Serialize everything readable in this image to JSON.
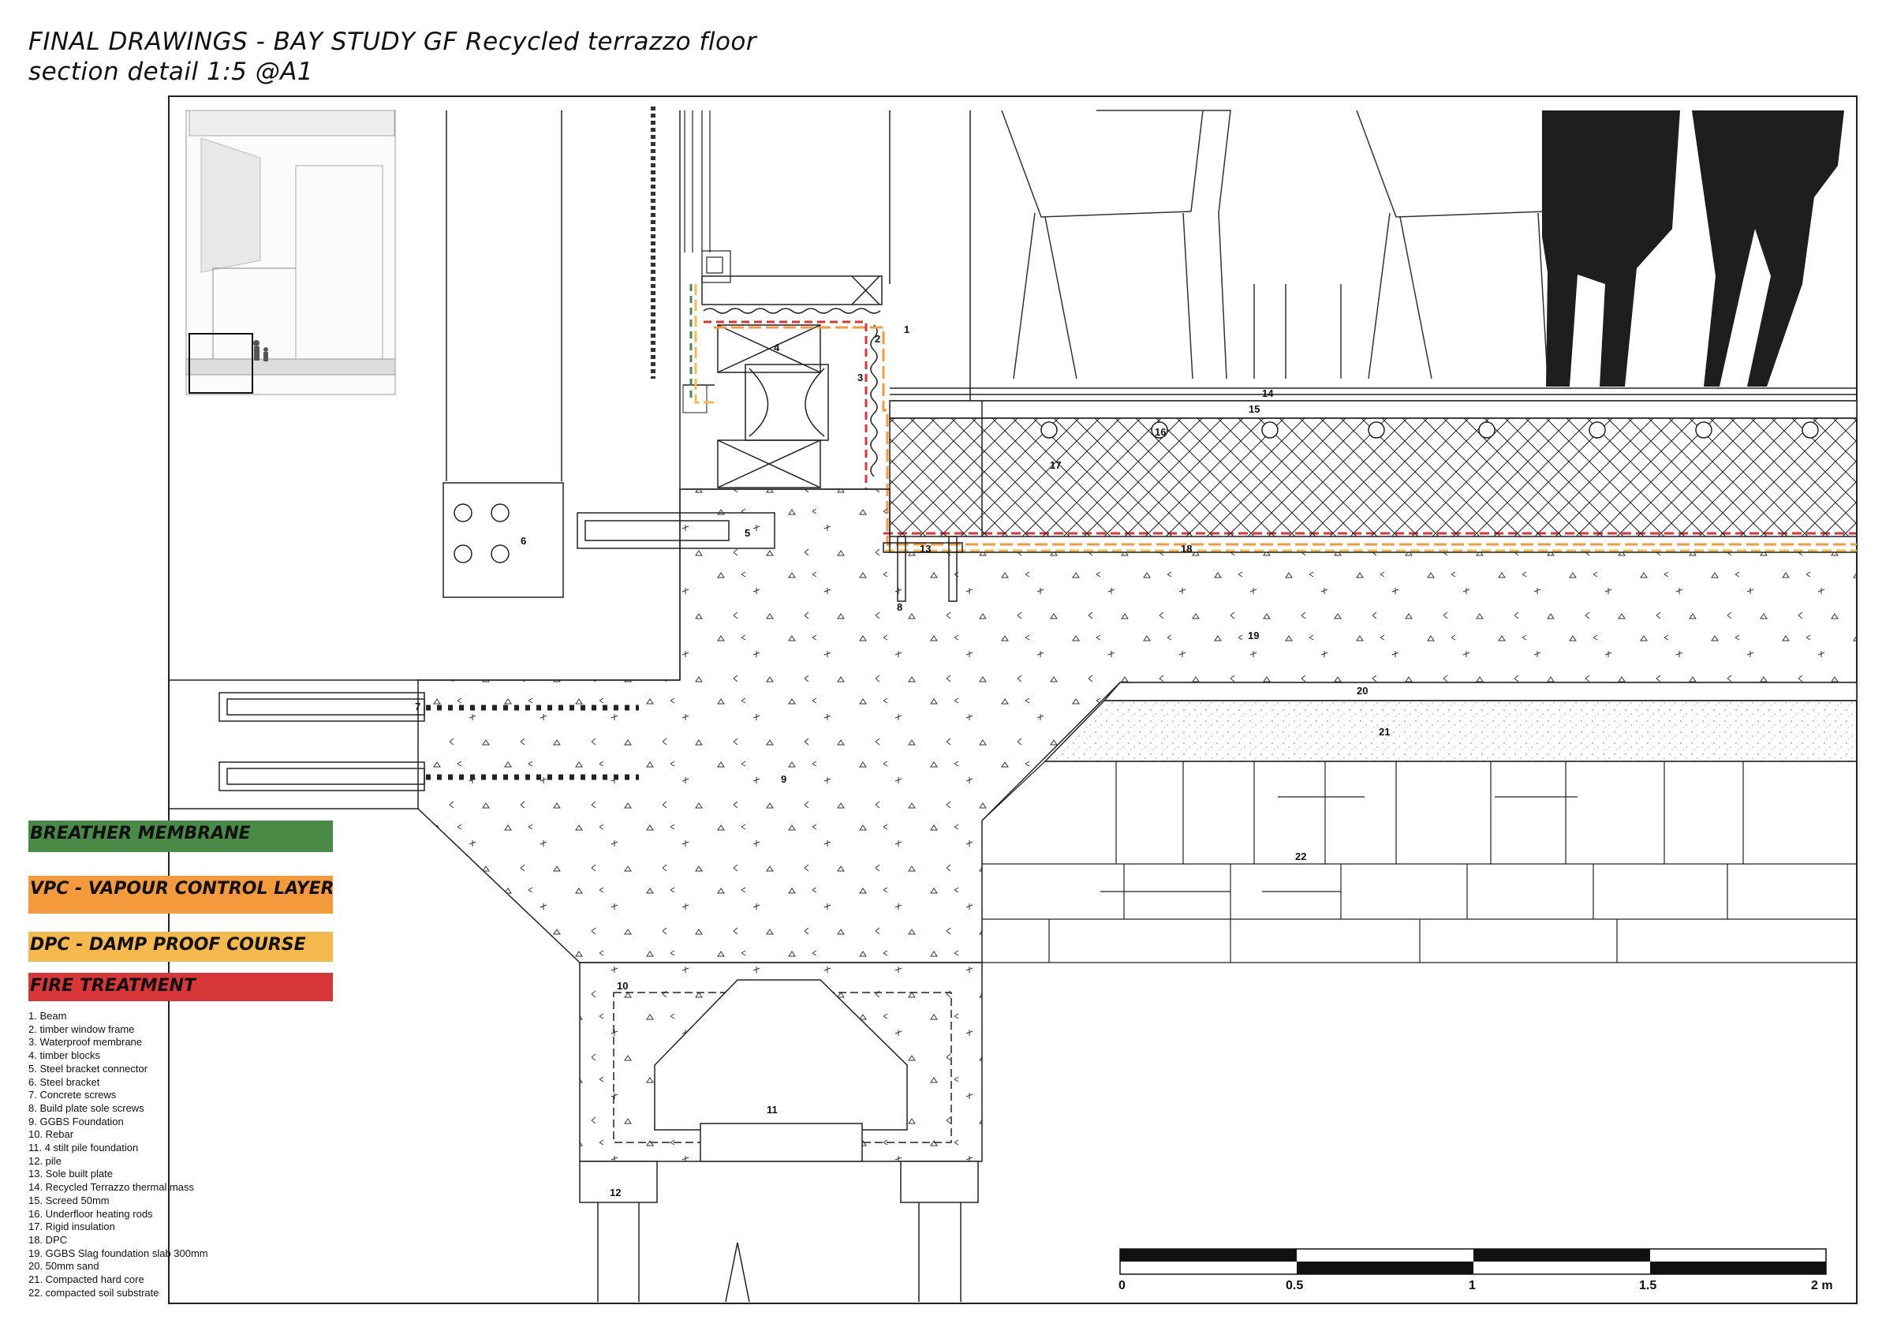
{
  "title": {
    "line1": "FINAL DRAWINGS - BAY STUDY GF Recycled terrazzo floor",
    "line2": "section detail 1:5 @A1"
  },
  "colors": {
    "breather": "#4a8a47",
    "vcl": "#f39a3c",
    "dpc": "#f6b94d",
    "fire": "#d8373a"
  },
  "legend_bars": [
    {
      "label": "BREATHER MEMBRANE"
    },
    {
      "label": "VPC - VAPOUR CONTROL LAYER"
    },
    {
      "label": "DPC - DAMP PROOF COURSE"
    },
    {
      "label": "FIRE TREATMENT"
    }
  ],
  "key": [
    "1. Beam",
    "2. timber window frame",
    "3. Waterproof membrane",
    "4. timber blocks",
    "5. Steel bracket connector",
    "6. Steel bracket",
    "7. Concrete screws",
    "8. Build plate sole screws",
    "9. GGBS Foundation",
    "10. Rebar",
    "11. 4 stilt pile foundation",
    "12. pile",
    "13. Sole built plate",
    "14. Recycled Terrazzo thermal mass",
    "15. Screed 50mm",
    "16. Underfloor heating rods",
    "17. Rigid insulation",
    "18. DPC",
    "19. GGBS Slag foundation slab 300mm",
    "20. 50mm sand",
    "21. Compacted hard core",
    "22. compacted soil substrate"
  ],
  "callouts": {
    "c1": "1",
    "c2": "2",
    "c3": "3",
    "c4": "4",
    "c5": "5",
    "c6": "6",
    "c7": "7",
    "c8": "8",
    "c9": "9",
    "c10": "10",
    "c11": "11",
    "c12": "12",
    "c13": "13",
    "c14": "14",
    "c15": "15",
    "c16": "16",
    "c17": "17",
    "c18": "18",
    "c19": "19",
    "c20": "20",
    "c21": "21",
    "c22": "22"
  },
  "scale_bar": {
    "labels": [
      "0",
      "0.5",
      "1",
      "1.5",
      "2 m"
    ]
  }
}
